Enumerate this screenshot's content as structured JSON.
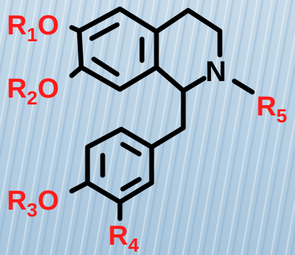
{
  "labels": {
    "r1o": {
      "main": "R",
      "sub": "1",
      "tail": "O"
    },
    "r2o": {
      "main": "R",
      "sub": "2",
      "tail": "O"
    },
    "r3o": {
      "main": "R",
      "sub": "3",
      "tail": "O"
    },
    "r4": {
      "main": "R",
      "sub": "4"
    },
    "r5": {
      "main": "R",
      "sub": "5"
    },
    "n": "N"
  },
  "colors": {
    "label": "#ff1a1a",
    "bond": "#000000",
    "background": "#bcd3e4"
  }
}
